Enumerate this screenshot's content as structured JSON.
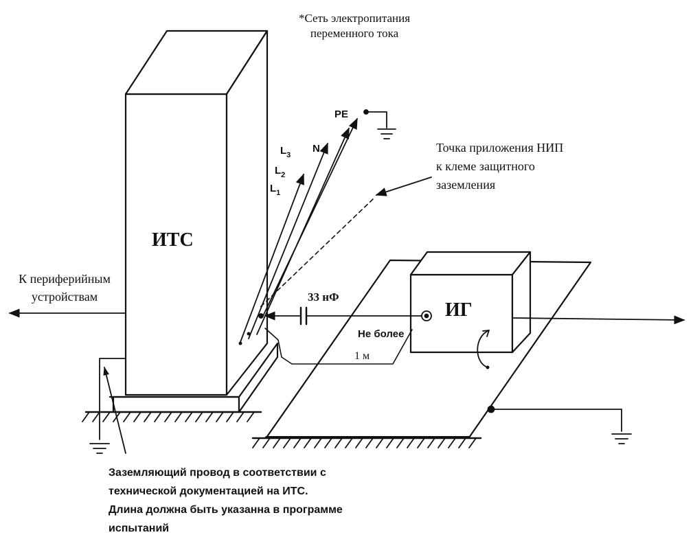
{
  "network": {
    "line1": "*Сеть электропитания",
    "line2": "переменного тока"
  },
  "conductors": {
    "pe": "PE",
    "n": "N",
    "l3": "L3",
    "l2": "L2",
    "l1": "L1"
  },
  "injection_point": {
    "line1": "Точка приложения НИП",
    "line2": "к клеме защитного",
    "line3": "заземления"
  },
  "its_label": "ИТС",
  "ig_label": "ИГ",
  "peripheral": {
    "line1": "К периферийным",
    "line2": "устройствам"
  },
  "capacitor_label": "33 нФ",
  "distance": {
    "line1": "Не более",
    "line2": "1 м"
  },
  "note": {
    "line1": "Заземляющий провод в соответствии с",
    "line2": "технической документацией на ИТС.",
    "line3": "Длина должна быть указанна в программе",
    "line4": "испытаний"
  }
}
